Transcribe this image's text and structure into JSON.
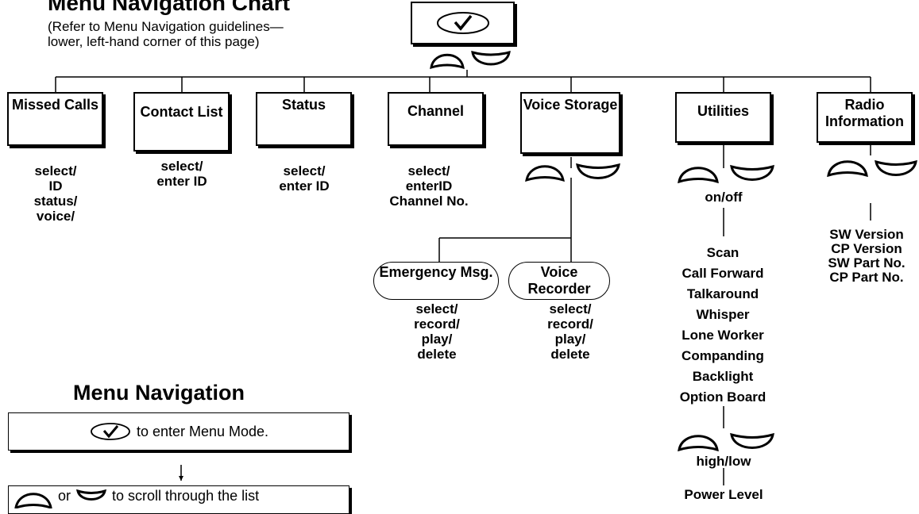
{
  "title": "Menu Navigation Chart",
  "subtitle": "(Refer to Menu Navigation guidelines—\nlower, left-hand corner of this page)",
  "icons": [
    "checkmark-button-icon",
    "up-scroll-button-icon",
    "down-scroll-button-icon"
  ],
  "menus": [
    {
      "label": "Missed Calls",
      "options": "select/\nID\nstatus/\nvoice/"
    },
    {
      "label": "Contact List",
      "options": "select/\nenter ID"
    },
    {
      "label": "Status",
      "options": "select/\nenter ID"
    },
    {
      "label": "Channel",
      "options": "select/\nenterID\nChannel No."
    },
    {
      "label": "Voice Storage"
    },
    {
      "label": "Utilities",
      "toggle": "on/off",
      "options": "Scan\nCall Forward\nTalkaround\nWhisper\nLone Worker\nCompanding\nBacklight\nOption Board",
      "toggle2": "high/low",
      "option2": "Power Level"
    },
    {
      "label": "Radio Information",
      "options": "SW Version\nCP Version\nSW Part No.\nCP Part No."
    }
  ],
  "voice_storage": [
    {
      "label": "Emergency Msg.",
      "options": "select/\nrecord/\nplay/\ndelete"
    },
    {
      "label": "Voice Recorder",
      "options": "select/\nrecord/\nplay/\ndelete"
    }
  ],
  "navigation": {
    "title": "Menu Navigation",
    "step1": "to enter Menu Mode.",
    "step2_or": "or",
    "step2": "to scroll through the list"
  }
}
